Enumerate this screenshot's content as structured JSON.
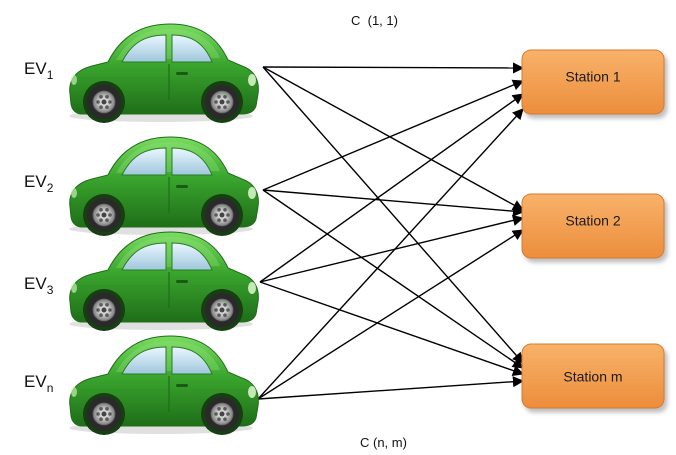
{
  "evs": [
    {
      "base": "EV",
      "sub": "1"
    },
    {
      "base": "EV",
      "sub": "2"
    },
    {
      "base": "EV",
      "sub": "3"
    },
    {
      "base": "EV",
      "sub": "n"
    }
  ],
  "stations": [
    {
      "label": "Station 1"
    },
    {
      "label": "Station 2"
    },
    {
      "label": "Station m"
    }
  ],
  "cost_labels": {
    "top": "C  (1, 1)",
    "bottom": "C (n, m)"
  },
  "connections": "complete bipartite: every EV connects to every station",
  "colors": {
    "car_body": "#3aa52e",
    "car_body_light": "#6fd35a",
    "car_body_dark": "#1f6e18",
    "station_fill": "#f4a55a",
    "station_fill_dark": "#e8893a",
    "edge": "#000000"
  },
  "icons": {
    "ev": "car-icon"
  }
}
